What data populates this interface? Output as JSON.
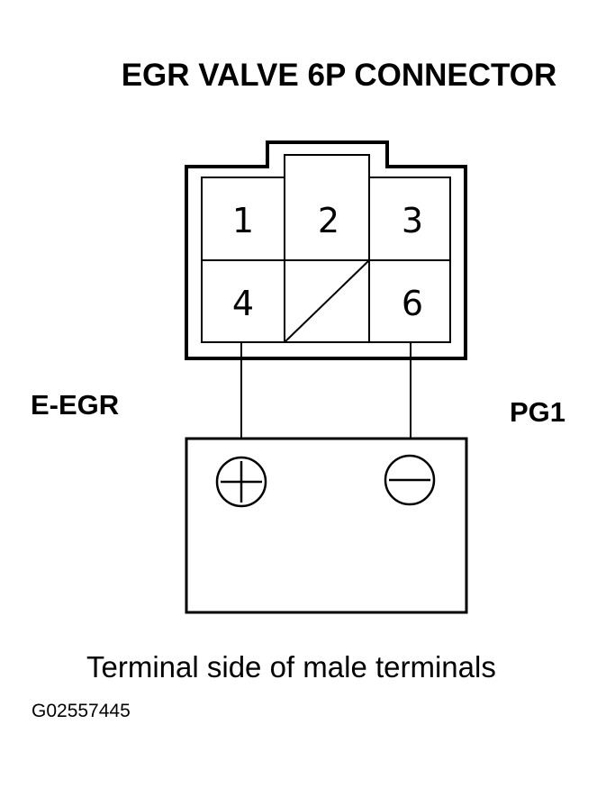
{
  "title": "EGR VALVE 6P CONNECTOR",
  "connector": {
    "pins": [
      {
        "number": "1",
        "row": 1,
        "col": 1
      },
      {
        "number": "2",
        "row": 1,
        "col": 2
      },
      {
        "number": "3",
        "row": 1,
        "col": 3
      },
      {
        "number": "4",
        "row": 2,
        "col": 1
      },
      {
        "number": "",
        "row": 2,
        "col": 2,
        "blank": true
      },
      {
        "number": "6",
        "row": 2,
        "col": 3
      }
    ]
  },
  "wires": {
    "left_label": "E-EGR",
    "right_label": "PG1"
  },
  "battery": {
    "positive_symbol": "plus",
    "negative_symbol": "minus"
  },
  "caption": "Terminal side of male terminals",
  "figure_code": "G02557445"
}
